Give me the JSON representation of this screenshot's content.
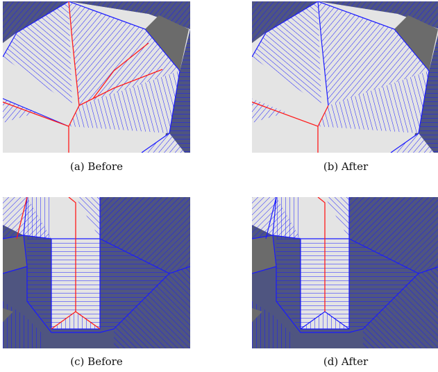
{
  "captions": {
    "a": "(a) Before",
    "b": "(b) After",
    "c": "(c) Before",
    "d": "(d) After"
  },
  "colors": {
    "dark_fill": "#4f5580",
    "grey_fill": "#6b6b6b",
    "light_fill": "#e4e4e4",
    "hatch_line": "#1a1aff",
    "seam_line": "#ff1a1a"
  }
}
